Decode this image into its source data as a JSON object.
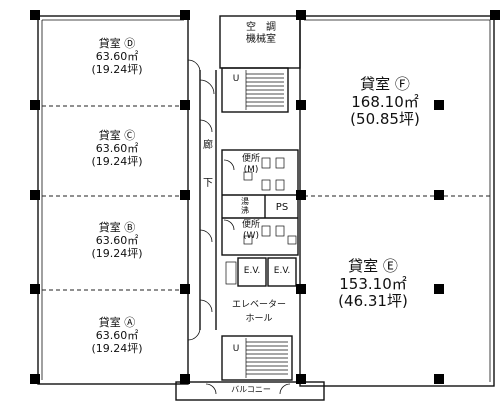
{
  "units": [
    {
      "id": "D",
      "name": "貸室",
      "letter": "D",
      "area": "63.60㎡",
      "tsubo": "(19.24坪)"
    },
    {
      "id": "C",
      "name": "貸室",
      "letter": "C",
      "area": "63.60㎡",
      "tsubo": "(19.24坪)"
    },
    {
      "id": "B",
      "name": "貸室",
      "letter": "B",
      "area": "63.60㎡",
      "tsubo": "(19.24坪)"
    },
    {
      "id": "A",
      "name": "貸室",
      "letter": "A",
      "area": "63.60㎡",
      "tsubo": "(19.24坪)"
    },
    {
      "id": "F",
      "name": "貸室",
      "letter": "F",
      "area": "168.10㎡",
      "tsubo": "(50.85坪)"
    },
    {
      "id": "E",
      "name": "貸室",
      "letter": "E",
      "area": "153.10㎡",
      "tsubo": "(46.31坪)"
    }
  ],
  "rooms": {
    "ac_room": [
      "空　調",
      "機械室"
    ],
    "corridor": [
      "廊",
      "下"
    ],
    "toilet_m": [
      "便所",
      "(M)"
    ],
    "toilet_w": [
      "便所",
      "(W)"
    ],
    "kitchen": [
      "湯",
      "沸"
    ],
    "ps": "PS",
    "ev1": "E.V.",
    "ev2": "E.V.",
    "elevator_hall": [
      "エレベーター",
      "ホール"
    ],
    "balcony": "バルコニー",
    "stair_up": "U"
  },
  "colors": {
    "line": "#111111",
    "column": "#000000",
    "dash": "#222222"
  }
}
